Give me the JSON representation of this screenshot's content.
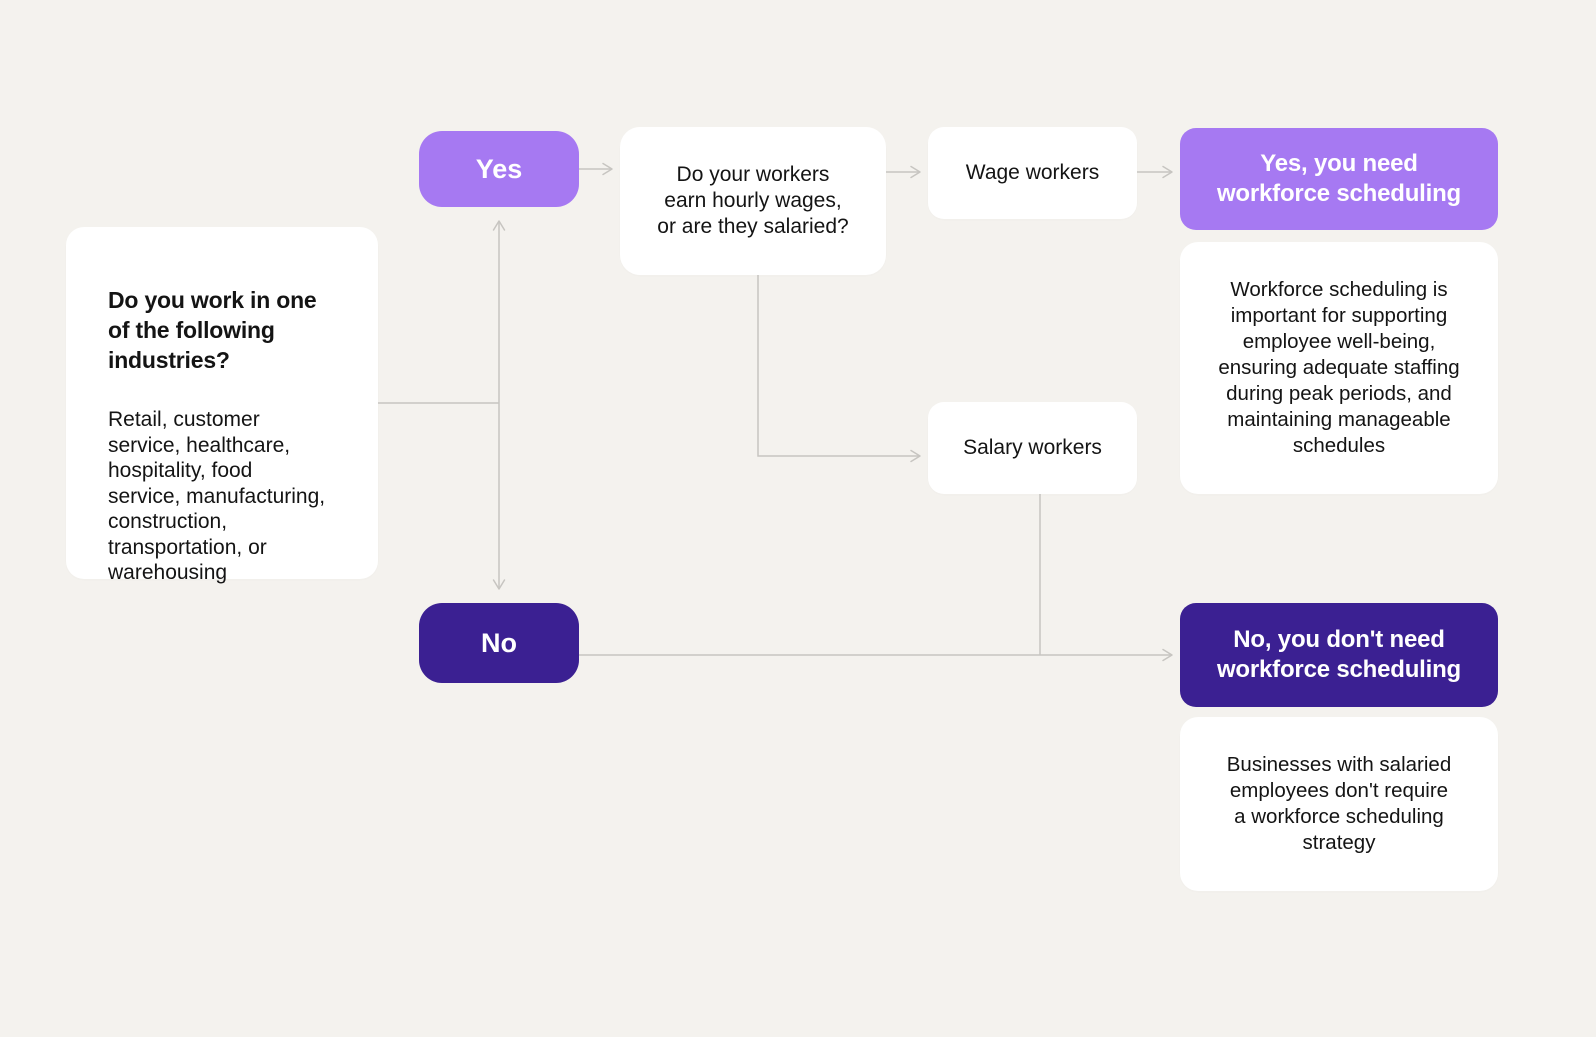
{
  "colors": {
    "background": "#f4f2ee",
    "card": "#ffffff",
    "accent_light": "#a679f2",
    "accent_dark": "#3b2092",
    "text": "#141414",
    "text_on_accent": "#ffffff",
    "connector": "#c7c5c1"
  },
  "flowchart": {
    "start": {
      "title": "Do you work in one\nof the following\nindustries?",
      "body": "Retail, customer\nservice, healthcare,\nhospitality, food\nservice, manufacturing,\nconstruction,\ntransportation, or\nwarehousing"
    },
    "yes_branch": {
      "label": "Yes",
      "question": "Do your workers\nearn hourly wages,\nor are they salaried?",
      "wage_label": "Wage workers",
      "salary_label": "Salary workers",
      "result": "Yes, you need\nworkforce scheduling",
      "result_note": "Workforce scheduling is\nimportant for supporting\nemployee well-being,\nensuring adequate staffing\nduring peak periods, and\nmaintaining manageable\nschedules"
    },
    "no_branch": {
      "label": "No",
      "result": "No, you don't need\nworkforce scheduling",
      "result_note": "Businesses with salaried\nemployees don't require\na workforce scheduling\nstrategy"
    }
  }
}
